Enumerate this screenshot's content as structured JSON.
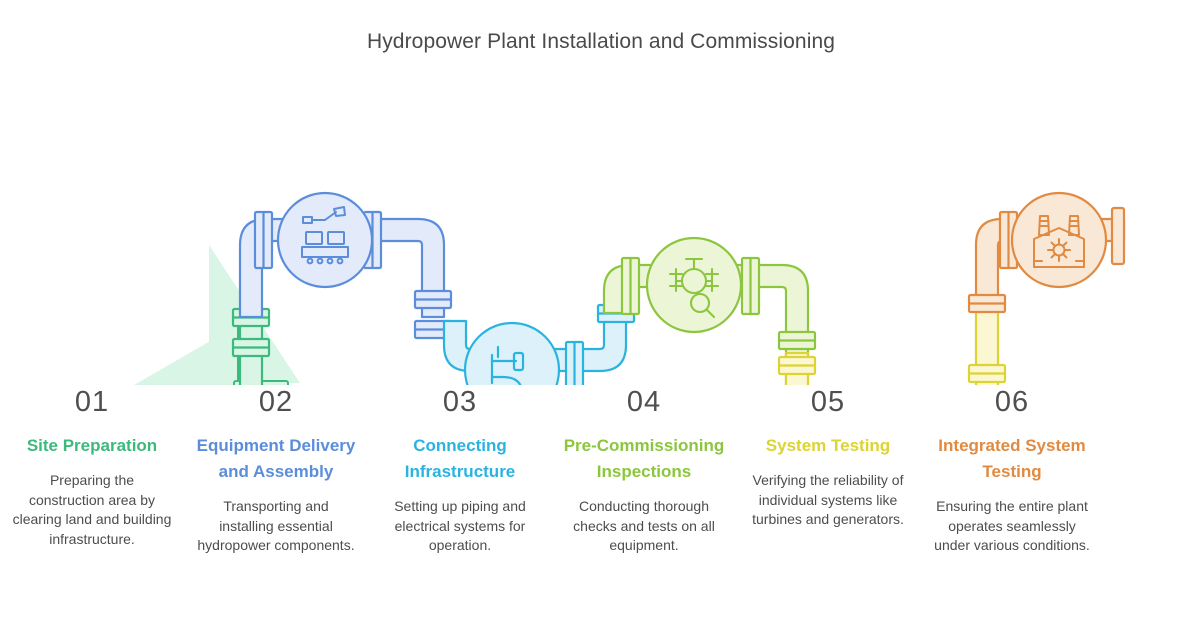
{
  "header": {
    "title": "Hydropower Plant Installation and Commissioning"
  },
  "colors": {
    "green": "#3cba7c",
    "blue": "#5b8ddb",
    "cyan": "#2bb3e0",
    "lime": "#8cc63f",
    "yellow": "#ddd333",
    "orange": "#e08a42",
    "number": "#4f4f4f",
    "description": "#4d4d4d",
    "title": "#4a4a4a"
  },
  "steps": [
    {
      "number": "01",
      "title": "Site Preparation",
      "description": "Preparing the construction area by clearing land and building infrastructure.",
      "color": "#3cba7c",
      "fill": "#d9f5e6",
      "icon": "shovel-dig-icon"
    },
    {
      "number": "02",
      "title": "Equipment Delivery and Assembly",
      "description": "Transporting and installing essential hydropower components.",
      "color": "#5b8ddb",
      "fill": "#e3ebfb",
      "icon": "conveyor-assembly-icon"
    },
    {
      "number": "03",
      "title": "Connecting Infrastructure",
      "description": "Setting up piping and electrical systems for operation.",
      "color": "#2bb3e0",
      "fill": "#ddf1fb",
      "icon": "pipe-faucet-icon"
    },
    {
      "number": "04",
      "title": "Pre-Commissioning Inspections",
      "description": "Conducting thorough checks and tests on all equipment.",
      "color": "#8cc63f",
      "fill": "#ecf6d7",
      "icon": "turbine-inspect-icon"
    },
    {
      "number": "05",
      "title": "System Testing",
      "description": "Verifying the reliability of individual systems like turbines and generators.",
      "color": "#ddd333",
      "fill": "#fbf7d2",
      "icon": "checklist-server-icon"
    },
    {
      "number": "06",
      "title": "Integrated System Testing",
      "description": "Ensuring the entire plant operates seamlessly under various conditions.",
      "color": "#e08a42",
      "fill": "#fae8d6",
      "icon": "factory-gear-icon"
    }
  ]
}
